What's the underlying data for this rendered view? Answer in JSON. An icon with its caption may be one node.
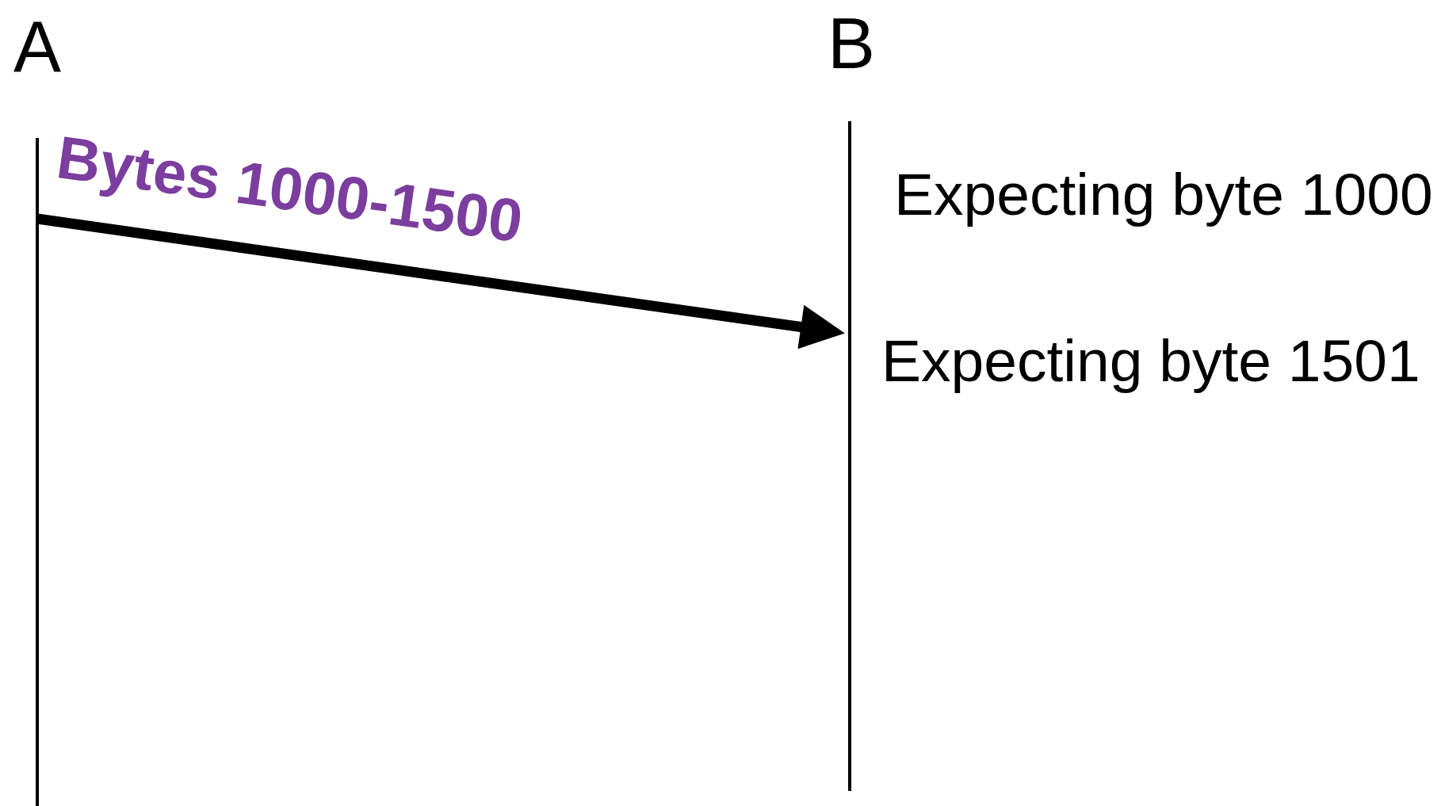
{
  "diagram": {
    "nodes": [
      {
        "text": [
          "A"
        ]
      },
      {
        "text": [
          "B"
        ]
      }
    ],
    "edges": [
      {
        "from": 0,
        "to": 1,
        "arrow": "to",
        "label": "Bytes 1000-1500"
      }
    ],
    "labels": [
      "Expecting byte 1000",
      "Expecting byte 1501"
    ]
  }
}
